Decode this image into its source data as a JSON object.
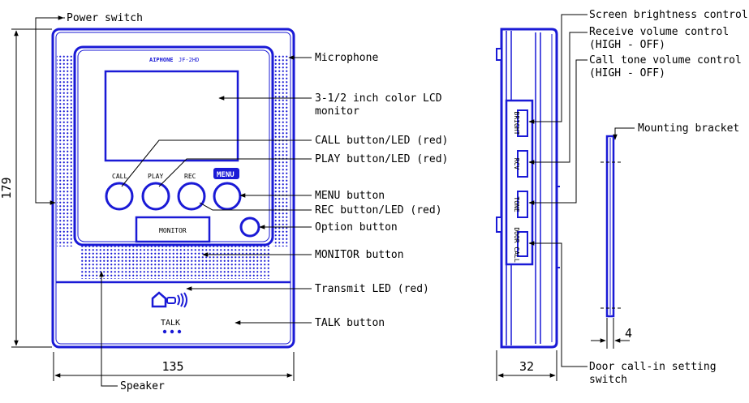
{
  "front": {
    "brand": "AIPHONE",
    "model": "JF-2HD",
    "button_captions": [
      "CALL",
      "PLAY",
      "REC",
      "MENU"
    ],
    "monitor_caption": "MONITOR",
    "talk_caption": "TALK",
    "width_dim": "135",
    "height_dim": "179"
  },
  "front_labels": [
    "Power switch",
    "Microphone",
    "3-1/2 inch color LCD",
    "monitor",
    "CALL button/LED (red)",
    "PLAY button/LED (red)",
    "MENU button",
    "REC button/LED (red)",
    "Option button",
    "MONITOR button",
    "Transmit LED (red)",
    "TALK button",
    "Speaker"
  ],
  "side": {
    "control_captions": [
      "BRIGHT",
      "RCV",
      "TONE",
      "DOOR CALL"
    ],
    "depth_dim": "32",
    "bracket_dim": "4"
  },
  "side_labels": [
    "Screen brightness control",
    "Receive volume control",
    "(HIGH - OFF)",
    "Call tone volume control",
    "(HIGH - OFF)",
    "Mounting bracket",
    "Door call-in setting",
    "switch"
  ]
}
